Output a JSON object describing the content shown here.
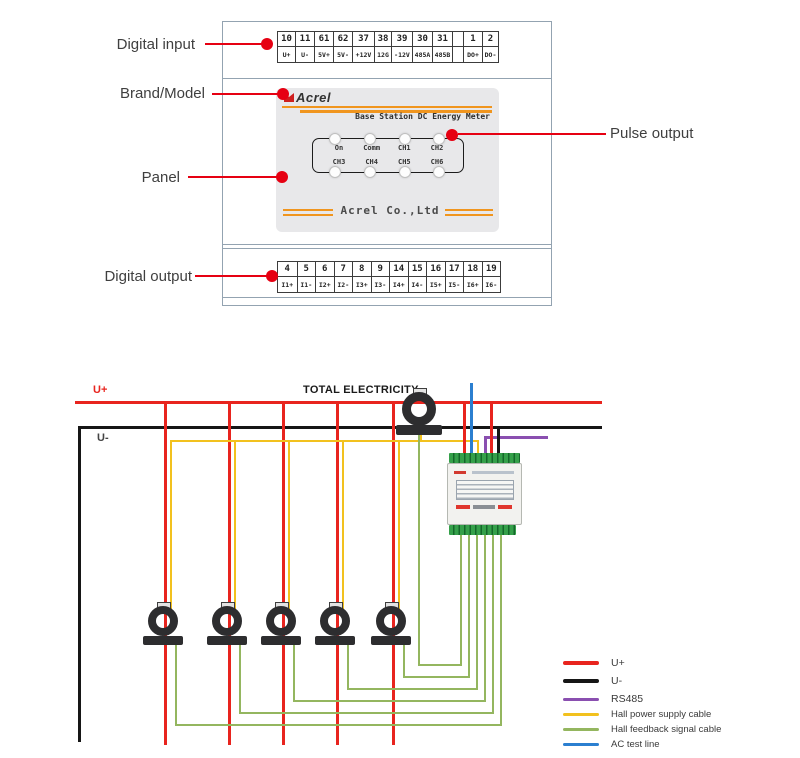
{
  "colors": {
    "wire-red": "#e8241e",
    "wire-black": "#161616",
    "wire-purple": "#8a4fb0",
    "wire-yellow": "#f2c11e",
    "wire-green": "#94b65f",
    "wire-blue": "#2b7fd0",
    "accent-orange": "#f0951e",
    "callout-red": "#e60012"
  },
  "callouts": {
    "digital_input": "Digital input",
    "brand_model": "Brand/Model",
    "panel": "Panel",
    "digital_output": "Digital output",
    "pulse_output": "Pulse output"
  },
  "device": {
    "input_terminals": {
      "numbers": [
        "10",
        "11",
        "61",
        "62",
        "37",
        "38",
        "39",
        "30",
        "31",
        "",
        "1",
        "2"
      ],
      "labels": [
        "U+",
        "U-",
        "5V+",
        "5V-",
        "+12V",
        "12G",
        "-12V",
        "485A",
        "485B",
        "",
        "DO+",
        "DO-"
      ]
    },
    "panel": {
      "brand": "Acrel",
      "subtitle": "Base Station DC Energy Meter",
      "led_row1": [
        "On",
        "Comm",
        "CH1",
        "CH2"
      ],
      "led_row2": [
        "CH3",
        "CH4",
        "CH5",
        "CH6"
      ],
      "footer": "Acrel Co.,Ltd"
    },
    "output_terminals": {
      "numbers": [
        "4",
        "5",
        "6",
        "7",
        "8",
        "9",
        "14",
        "15",
        "16",
        "17",
        "18",
        "19"
      ],
      "labels": [
        "I1+",
        "I1-",
        "I2+",
        "I2-",
        "I3+",
        "I3-",
        "I4+",
        "I4-",
        "I5+",
        "I5-",
        "I6+",
        "I6-"
      ]
    }
  },
  "wiring": {
    "bus_positive_label": "U+",
    "bus_negative_label": "U-",
    "total_label": "TOTAL ELECTRICITY",
    "legend": [
      {
        "label": "U+"
      },
      {
        "label": "U-"
      },
      {
        "label": "RS485"
      },
      {
        "label": "Hall power supply cable"
      },
      {
        "label": "Hall feedback signal cable"
      },
      {
        "label": "AC test line"
      }
    ]
  }
}
